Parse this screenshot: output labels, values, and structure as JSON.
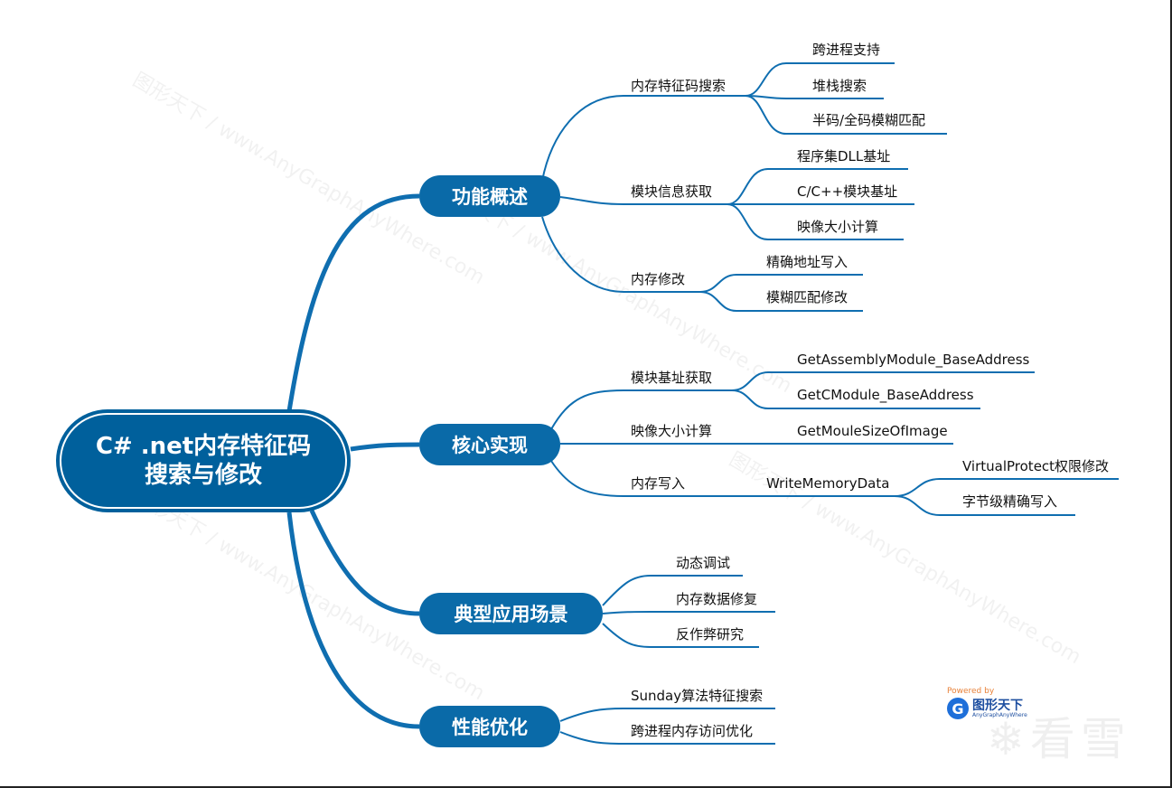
{
  "root": {
    "title_line1": "C# .net内存特征码",
    "title_line2": "搜索与修改"
  },
  "branches": [
    {
      "label": "功能概述",
      "children": [
        {
          "label": "内存特征码搜索",
          "children": [
            "跨进程支持",
            "堆栈搜索",
            "半码/全码模糊匹配"
          ]
        },
        {
          "label": "模块信息获取",
          "children": [
            "程序集DLL基址",
            "C/C++模块基址",
            "映像大小计算"
          ]
        },
        {
          "label": "内存修改",
          "children": [
            "精确地址写入",
            "模糊匹配修改"
          ]
        }
      ]
    },
    {
      "label": "核心实现",
      "children": [
        {
          "label": "模块基址获取",
          "children": [
            "GetAssemblyModule_BaseAddress",
            "GetCModule_BaseAddress"
          ]
        },
        {
          "label": "映像大小计算",
          "children": [
            "GetMouleSizeOfImage"
          ]
        },
        {
          "label": "内存写入",
          "children": [
            {
              "label": "WriteMemoryData",
              "children": [
                "VirtualProtect权限修改",
                "字节级精确写入"
              ]
            }
          ]
        }
      ]
    },
    {
      "label": "典型应用场景",
      "children": [
        {
          "label": "动态调试"
        },
        {
          "label": "内存数据修复"
        },
        {
          "label": "反作弊研究"
        }
      ]
    },
    {
      "label": "性能优化",
      "children": [
        {
          "label": "Sunday算法特征搜索"
        },
        {
          "label": "跨进程内存访问优化"
        }
      ]
    }
  ],
  "watermark": {
    "text": "图形天下 / www.AnyGraphAnyWhere.com",
    "powered_by": "Powered by",
    "brand": "图形天下",
    "brand_sub": "AnyGraphAnyWhere",
    "corner": "看雪"
  },
  "colors": {
    "root": "#00609c",
    "branch": "#0a6aa8",
    "line": "#0f6eb0"
  }
}
